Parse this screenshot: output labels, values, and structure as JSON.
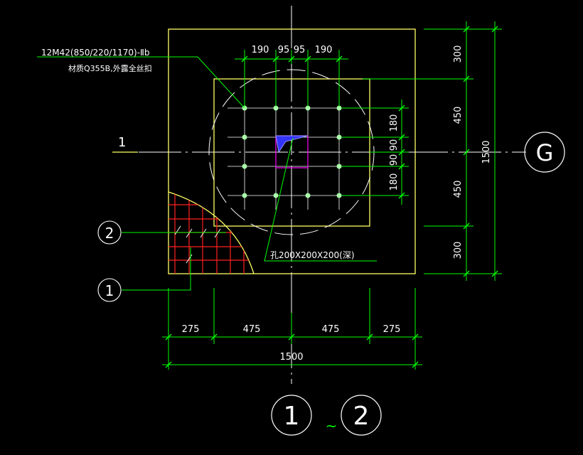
{
  "colors": {
    "background": "#000000",
    "plate": "#ffff66",
    "dimension": "#00ff00",
    "axis_line": "#ffffff",
    "rebar": "#ff2020",
    "bolt": "#aaffaa",
    "hole_fill": "#3333ff",
    "hole_outline": "#ff00ff"
  },
  "notes": {
    "anchor_bolt_line1": "12M42(850/220/1170)-Ⅱb",
    "anchor_bolt_line2": "材质Q355B,外露全丝扣",
    "hole_label": "孔200X200X200(深)"
  },
  "axes": {
    "section_mark": "1",
    "grid_g": "G",
    "grid_1": "1",
    "grid_2": "2",
    "range_sep": "~"
  },
  "callouts": {
    "bubble_2": "2",
    "bubble_1": "1"
  },
  "dims_top": [
    "190",
    "95",
    "95",
    "190"
  ],
  "dims_right_inner": [
    "180",
    "90",
    "90",
    "180"
  ],
  "dims_right_outer": [
    "300",
    "450",
    "450",
    "300"
  ],
  "dims_right_total": "1500",
  "dims_bottom": [
    "275",
    "475",
    "475",
    "275"
  ],
  "dims_bottom_total": "1500"
}
